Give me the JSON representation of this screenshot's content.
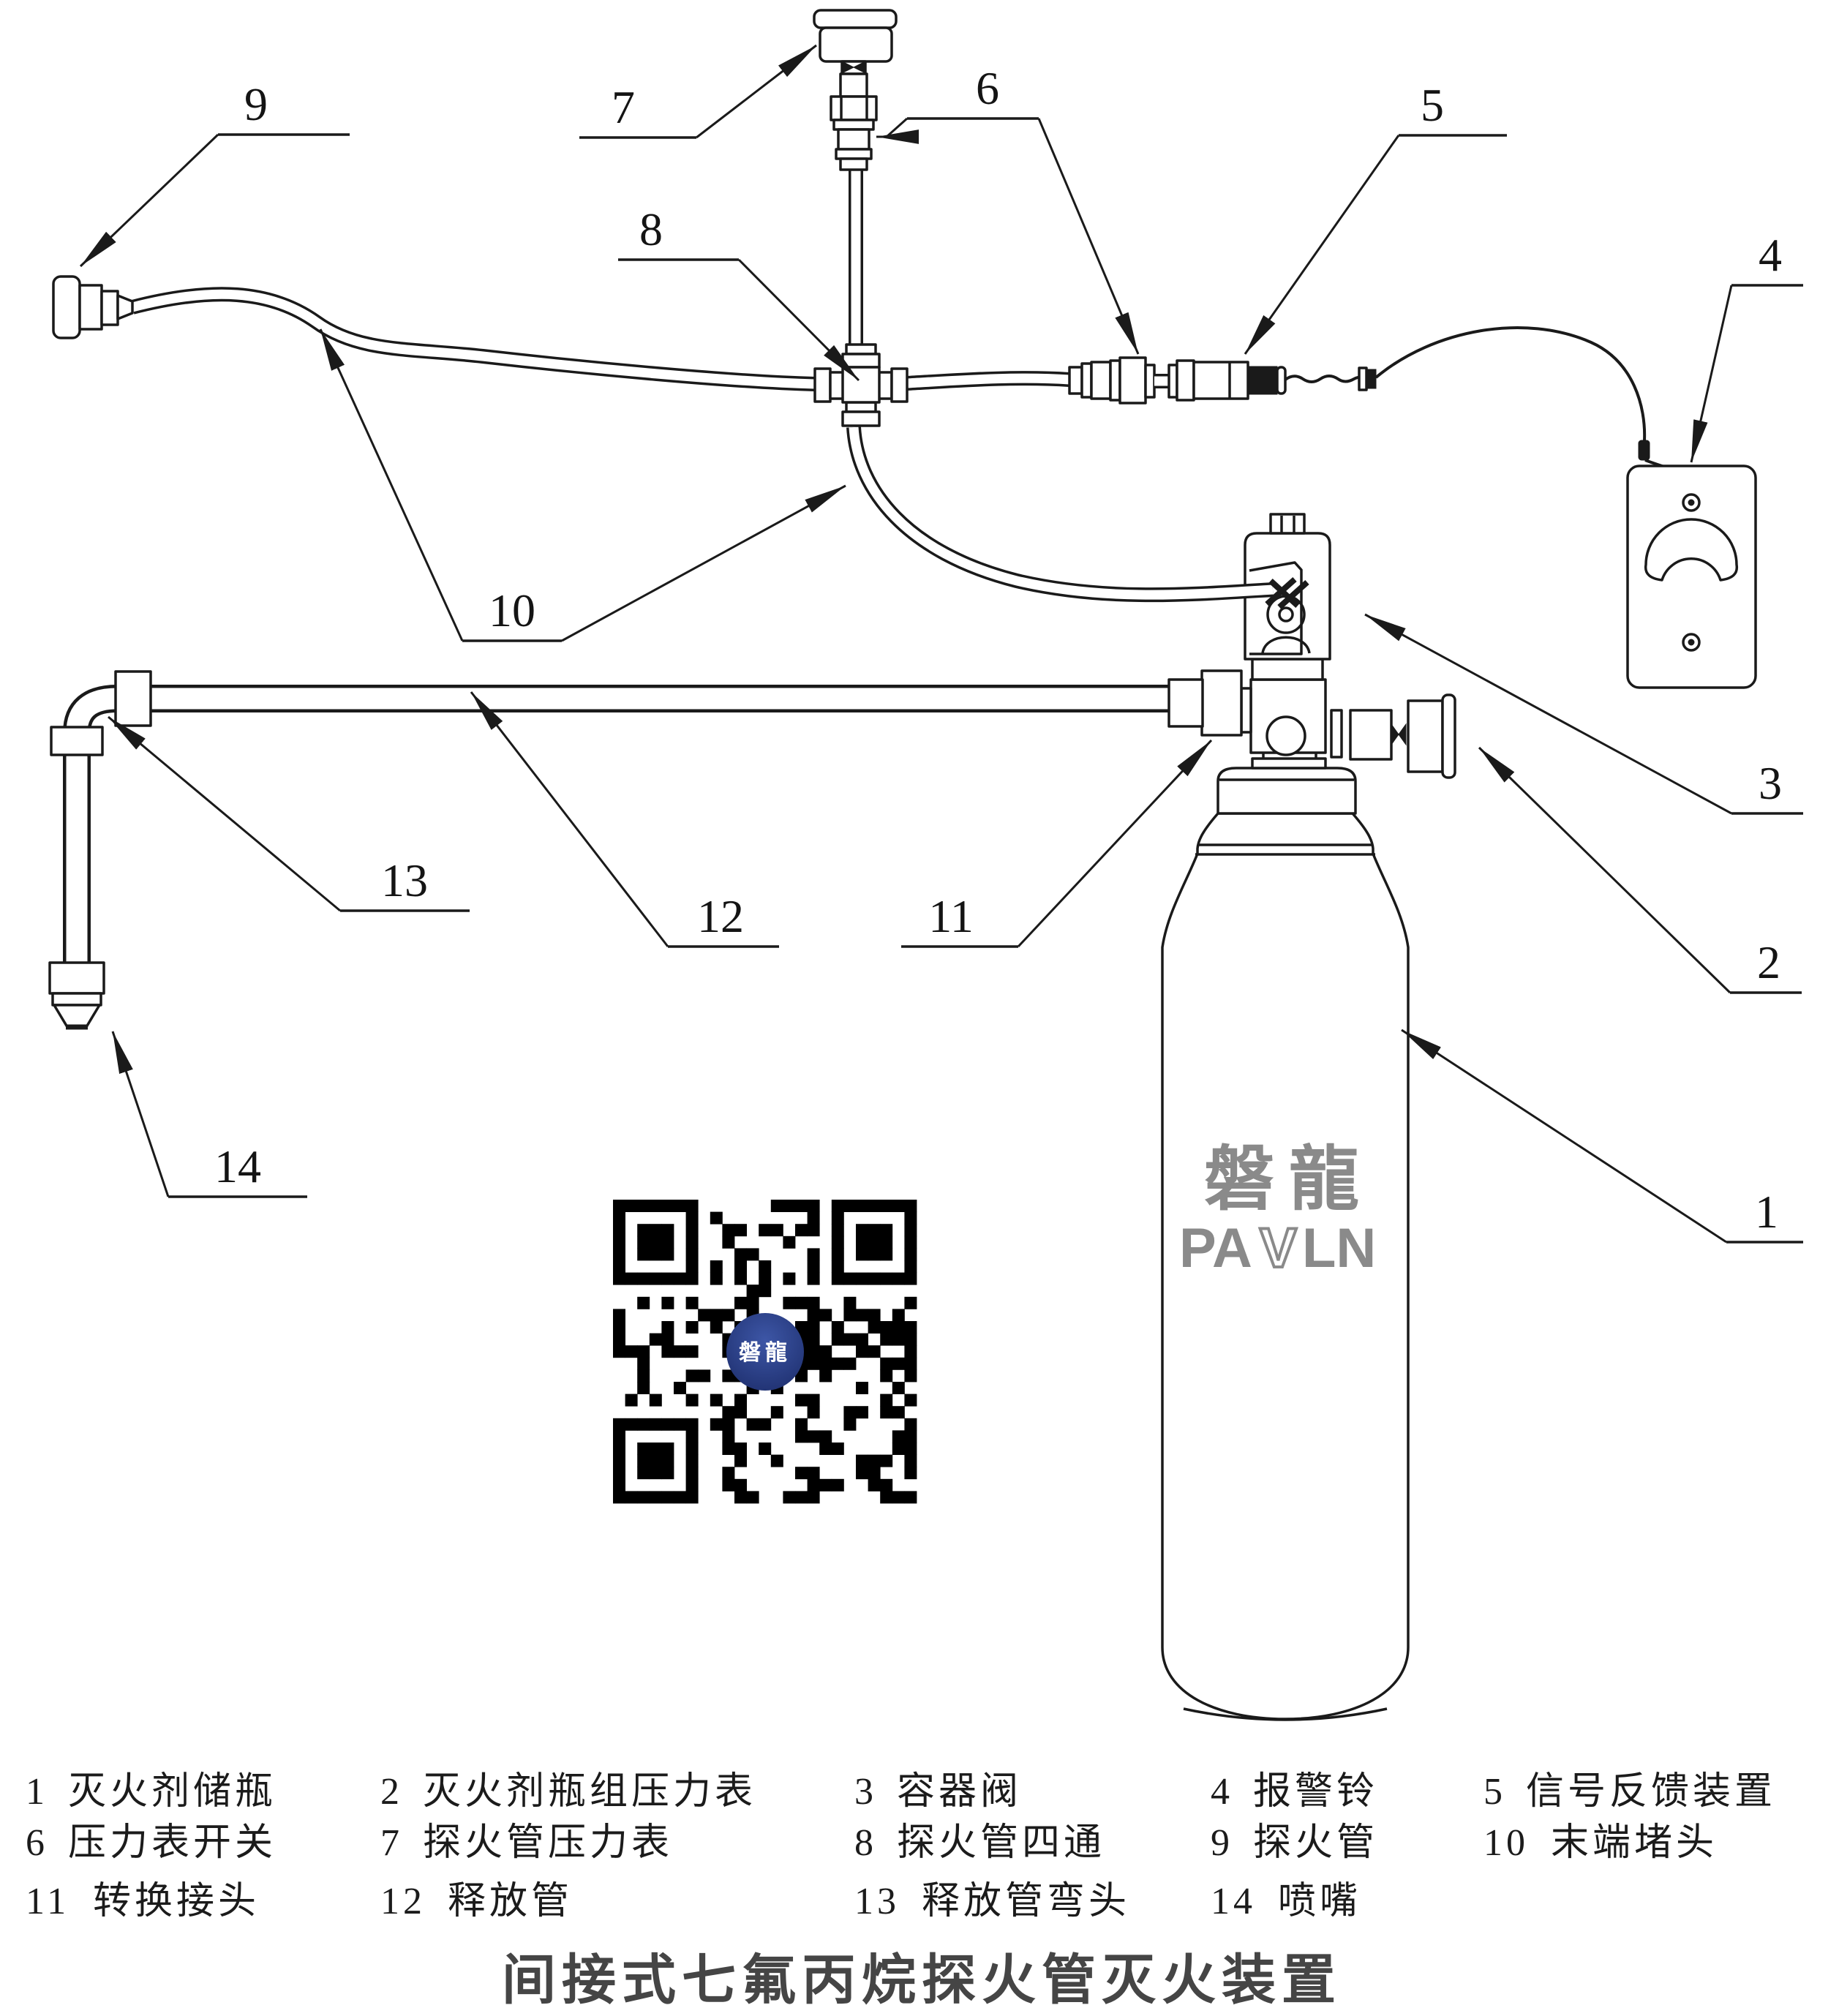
{
  "title": "间接式七氟丙烷探火管灭火装置",
  "diagram": {
    "callouts": {
      "c1": "1",
      "c2": "2",
      "c3": "3",
      "c4": "4",
      "c5": "5",
      "c6": "6",
      "c7": "7",
      "c8": "8",
      "c9": "9",
      "c10": "10",
      "c11": "11",
      "c12": "12",
      "c13": "13",
      "c14": "14"
    },
    "logo": {
      "cn": "磐龍",
      "latin_pa": "PA",
      "latin_v": "V",
      "latin_ln": "LN"
    },
    "qr_center": "磐龍"
  },
  "legend": {
    "rows": [
      {
        "items": [
          {
            "num": "1",
            "label": "灭火剂储瓶"
          },
          {
            "num": "2",
            "label": "灭火剂瓶组压力表"
          },
          {
            "num": "3",
            "label": "容器阀"
          },
          {
            "num": "4",
            "label": "报警铃"
          },
          {
            "num": "5",
            "label": "信号反馈装置"
          }
        ]
      },
      {
        "items": [
          {
            "num": "6",
            "label": "压力表开关"
          },
          {
            "num": "7",
            "label": "探火管压力表"
          },
          {
            "num": "8",
            "label": "探火管四通"
          },
          {
            "num": "9",
            "label": "探火管"
          },
          {
            "num": "10",
            "label": "末端堵头"
          }
        ]
      },
      {
        "items": [
          {
            "num": "11",
            "label": "转换接头"
          },
          {
            "num": "12",
            "label": "释放管"
          },
          {
            "num": "13",
            "label": "释放管弯头"
          },
          {
            "num": "14",
            "label": "喷嘴"
          }
        ]
      }
    ]
  },
  "colors": {
    "line": "#1a1a1a",
    "logo_gray": "#8a8a8a",
    "qr_blue": "#3d56a6",
    "qr_blue_dark": "#1e2f6e"
  }
}
